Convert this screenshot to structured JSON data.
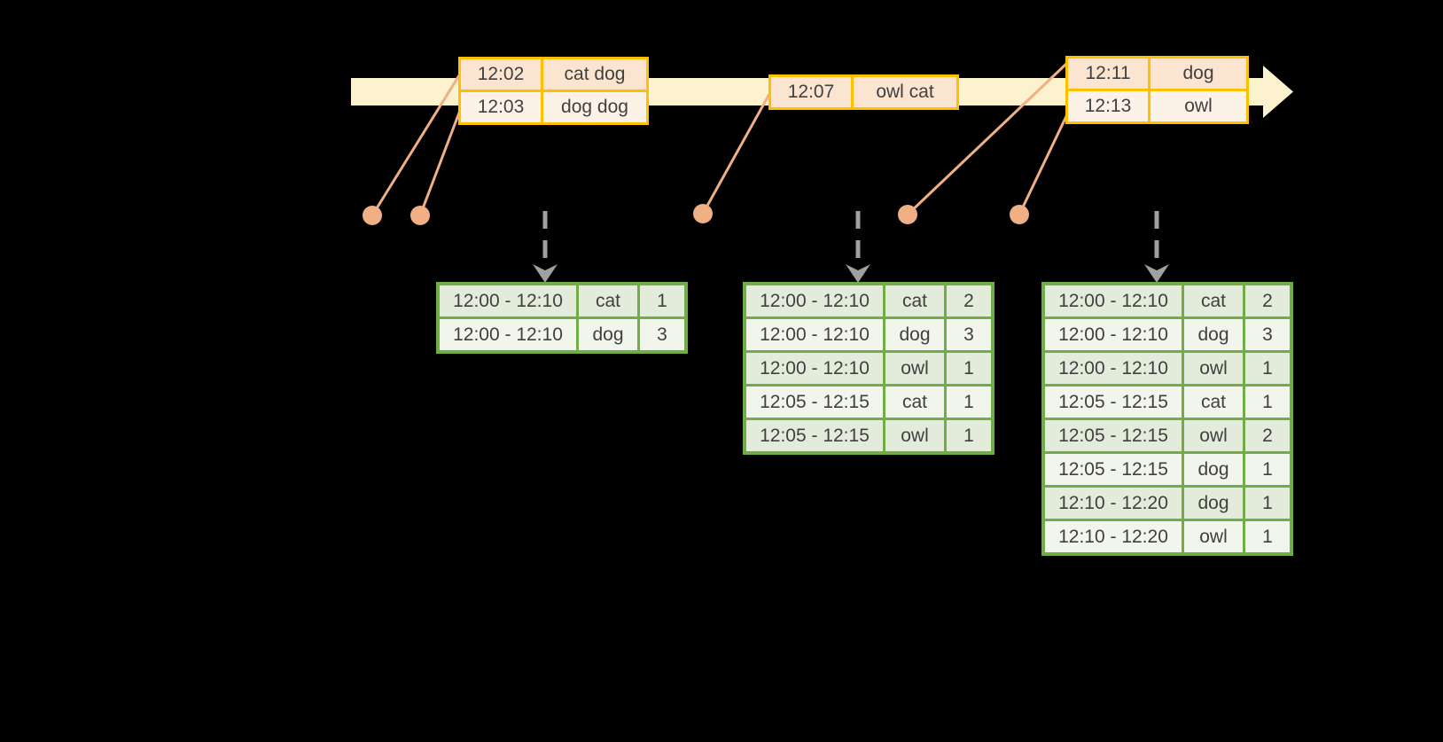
{
  "diagram": {
    "kind": "streaming-windowed-aggregation-timeline",
    "event_tables": [
      {
        "name": "events-batch-1",
        "rows": [
          [
            "12:02",
            "cat dog"
          ],
          [
            "12:03",
            "dog dog"
          ]
        ]
      },
      {
        "name": "events-batch-2",
        "rows": [
          [
            "12:07",
            "owl cat"
          ]
        ]
      },
      {
        "name": "events-batch-3",
        "rows": [
          [
            "12:11",
            "dog"
          ],
          [
            "12:13",
            "owl"
          ]
        ]
      }
    ],
    "result_tables": [
      {
        "name": "windowed-counts-1",
        "rows": [
          [
            "12:00 - 12:10",
            "cat",
            "1"
          ],
          [
            "12:00 - 12:10",
            "dog",
            "3"
          ]
        ]
      },
      {
        "name": "windowed-counts-2",
        "rows": [
          [
            "12:00 - 12:10",
            "cat",
            "2"
          ],
          [
            "12:00 - 12:10",
            "dog",
            "3"
          ],
          [
            "12:00 - 12:10",
            "owl",
            "1"
          ],
          [
            "12:05 - 12:15",
            "cat",
            "1"
          ],
          [
            "12:05 - 12:15",
            "owl",
            "1"
          ]
        ]
      },
      {
        "name": "windowed-counts-3",
        "rows": [
          [
            "12:00 - 12:10",
            "cat",
            "2"
          ],
          [
            "12:00 - 12:10",
            "dog",
            "3"
          ],
          [
            "12:00 - 12:10",
            "owl",
            "1"
          ],
          [
            "12:05 - 12:15",
            "cat",
            "1"
          ],
          [
            "12:05 - 12:15",
            "owl",
            "2"
          ],
          [
            "12:05 - 12:15",
            "dog",
            "1"
          ],
          [
            "12:10 - 12:20",
            "dog",
            "1"
          ],
          [
            "12:10 - 12:20",
            "owl",
            "1"
          ]
        ]
      }
    ],
    "icons": {
      "timeline_arrow": "right-pointing-band-arrow",
      "event_marker": "filled-dot-with-leader-line",
      "trigger_arrow": "dashed-down-arrow"
    }
  },
  "colors": {
    "background": "#000000",
    "timeline_band": "#FCF2CE",
    "event_border": "#FFC000",
    "event_row_a": "#FBE5D0",
    "event_row_b": "#FDF2E8",
    "marker": "#F0AF85",
    "arrow_gray": "#A0A0A0",
    "green_border": "#70AD47",
    "green_row_a": "#E3ECDA",
    "green_row_b": "#F1F5EC",
    "text": "#404040"
  }
}
